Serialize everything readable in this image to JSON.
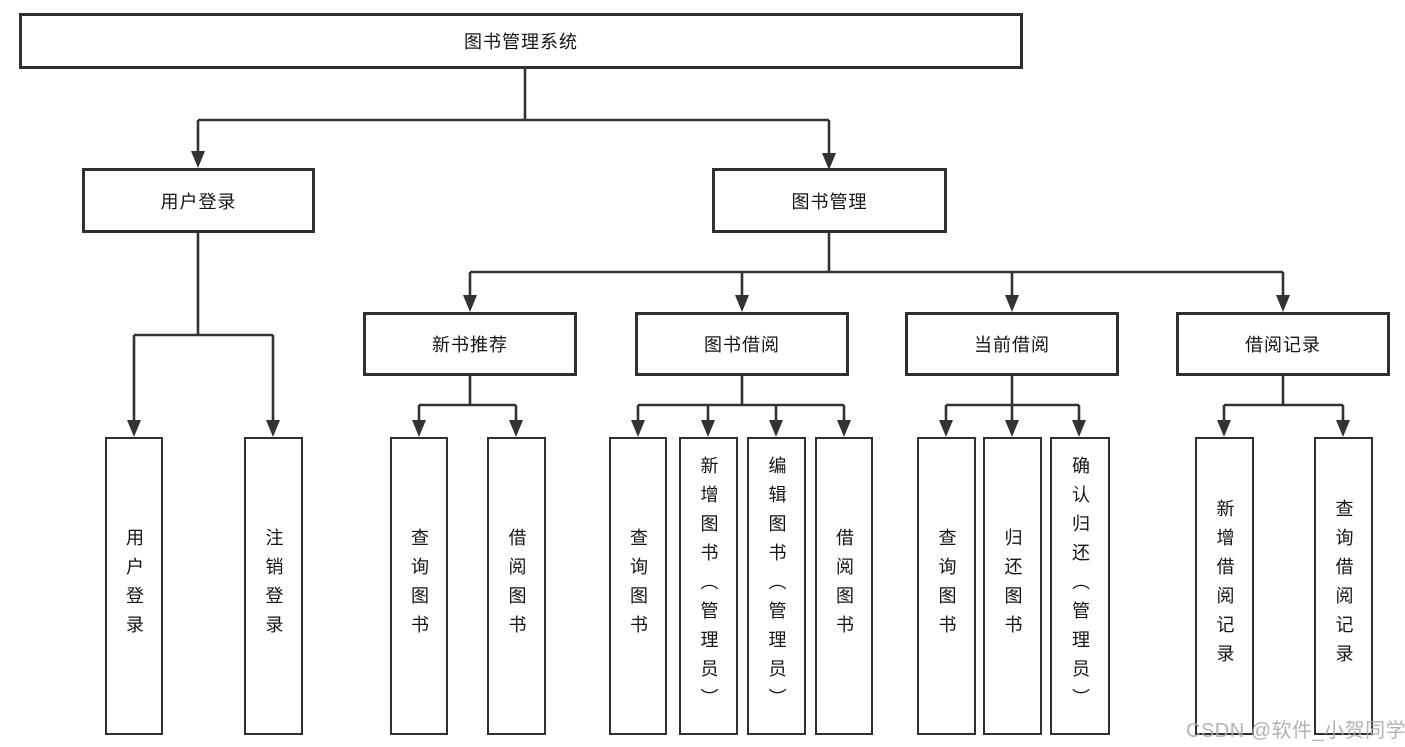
{
  "diagram": {
    "root": {
      "label": "图书管理系统"
    },
    "branches": [
      {
        "label": "用户登录",
        "children": [
          {
            "label": "用户登录"
          },
          {
            "label": "注销登录"
          }
        ]
      },
      {
        "label": "图书管理",
        "children": [
          {
            "label": "新书推荐",
            "children": [
              {
                "label": "查询图书"
              },
              {
                "label": "借阅图书"
              }
            ]
          },
          {
            "label": "图书借阅",
            "children": [
              {
                "label": "查询图书"
              },
              {
                "label": "新增图书（管理员）"
              },
              {
                "label": "编辑图书（管理员）"
              },
              {
                "label": "借阅图书"
              }
            ]
          },
          {
            "label": "当前借阅",
            "children": [
              {
                "label": "查询图书"
              },
              {
                "label": "归还图书"
              },
              {
                "label": "确认归还（管理员）"
              }
            ]
          },
          {
            "label": "借阅记录",
            "children": [
              {
                "label": "新增借阅记录"
              },
              {
                "label": "查询借阅记录"
              }
            ]
          }
        ]
      }
    ],
    "watermark": "CSDN @软件_小贺同学",
    "colors": {
      "line": "#333333",
      "box_border": "#2f2f2f",
      "text": "#141414",
      "watermark": "#a8acb1",
      "background": "#ffffff"
    }
  }
}
